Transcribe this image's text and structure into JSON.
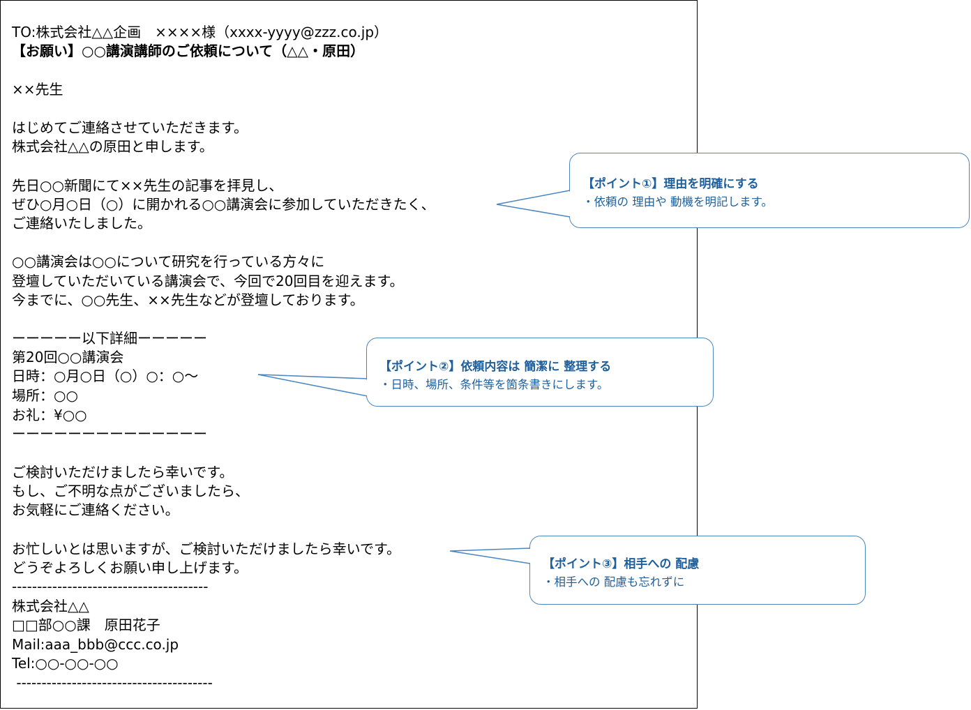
{
  "email": {
    "to_line": "TO:株式会社△△企画　××××様（xxxx-yyyy@zzz.co.jp）",
    "subject": "【お願い】○○講演講師のご依頼について（△△・原田）",
    "salutation": "××先生",
    "intro": [
      "はじめてご連絡させていただきます。",
      "株式会社△△の原田と申します。"
    ],
    "reason": [
      "先日○○新聞にて××先生の記事を拝見し、",
      "ぜひ○月○日（○）に開かれる○○講演会に参加していただきたく、",
      "ご連絡いたしました。"
    ],
    "background": [
      "○○講演会は○○について研究を行っている方々に",
      "登壇していただいている講演会で、今回で20回目を迎えます。",
      "今までに、○○先生、××先生などが登壇しております。"
    ],
    "details": {
      "header": "ーーーーー以下詳細ーーーーー",
      "event": "第20回○○講演会",
      "datetime": "日時：○月○日（○）○：○～",
      "place": "場所：○○",
      "fee": "お礼：¥○○",
      "footer": "ーーーーーーーーーーーーーー"
    },
    "closing1": [
      "ご検討いただけましたら幸いです。",
      "もし、ご不明な点がございましたら、",
      "お気軽にご連絡ください。"
    ],
    "closing2": [
      "お忙しいとは思いますが、ご検討いただけましたら幸いです。",
      "どうぞよろしくお願い申し上げます。"
    ],
    "signature": {
      "sep_top": "---------------------------------------",
      "company": "株式会社△△",
      "dept_name": "□□部○○課　原田花子",
      "mail": "Mail:aaa_bbb@ccc.co.jp",
      "tel": "Tel:○○-○○-○○",
      "sep_bottom": " ---------------------------------------"
    }
  },
  "callouts": [
    {
      "title": "【ポイント①】理由を明確にする",
      "body": "・依頼の 理由や 動機を明記します。"
    },
    {
      "title": "【ポイント②】依頼内容は 簡潔に 整理する",
      "body": "・日時、場所、条件等を箇条書きにします。"
    },
    {
      "title": "【ポイント③】相手への 配慮",
      "body": "・相手への 配慮も忘れずに"
    }
  ],
  "colors": {
    "callout_border": "#4a86c0",
    "callout_text": "#1f5f9c"
  }
}
